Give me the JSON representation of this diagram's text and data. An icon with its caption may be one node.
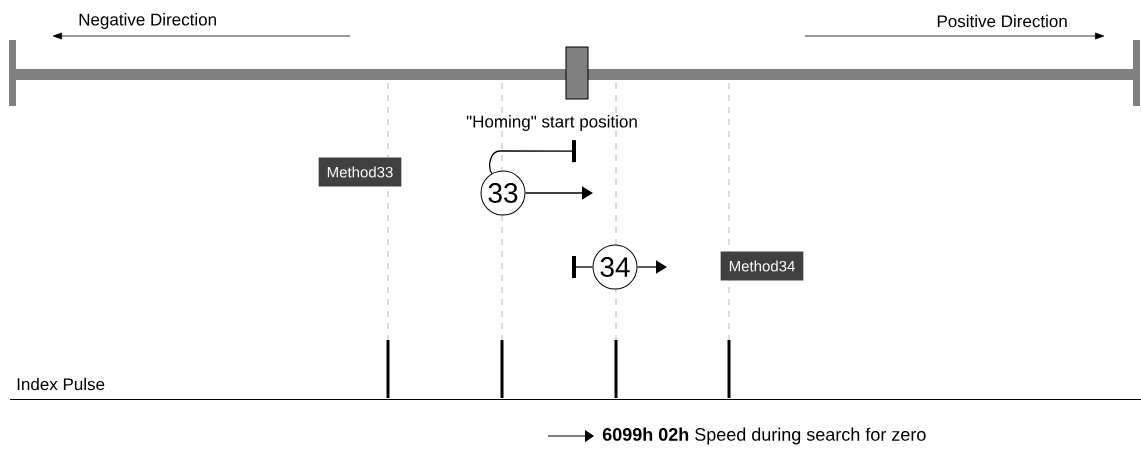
{
  "diagram": {
    "nodes": [
      {
        "text": [
          "\"Homing\" start position"
        ]
      },
      {
        "text": [
          "Method33"
        ]
      },
      {
        "text": [
          "33"
        ]
      },
      {
        "text": [
          "34"
        ]
      },
      {
        "text": [
          "Method34"
        ]
      }
    ],
    "edges": [
      {
        "from": 0,
        "to": 2,
        "arrow": "other"
      },
      {
        "from": 2,
        "to": null,
        "arrow": "to"
      },
      {
        "from": null,
        "to": 3,
        "arrow": "other"
      },
      {
        "from": 3,
        "to": null,
        "arrow": "to"
      }
    ],
    "labels": [
      "Negative Direction",
      "Positive Direction",
      "Index Pulse"
    ],
    "legend": [
      {
        "text": "**6099h 02h**  Speed during search for zero"
      }
    ]
  }
}
